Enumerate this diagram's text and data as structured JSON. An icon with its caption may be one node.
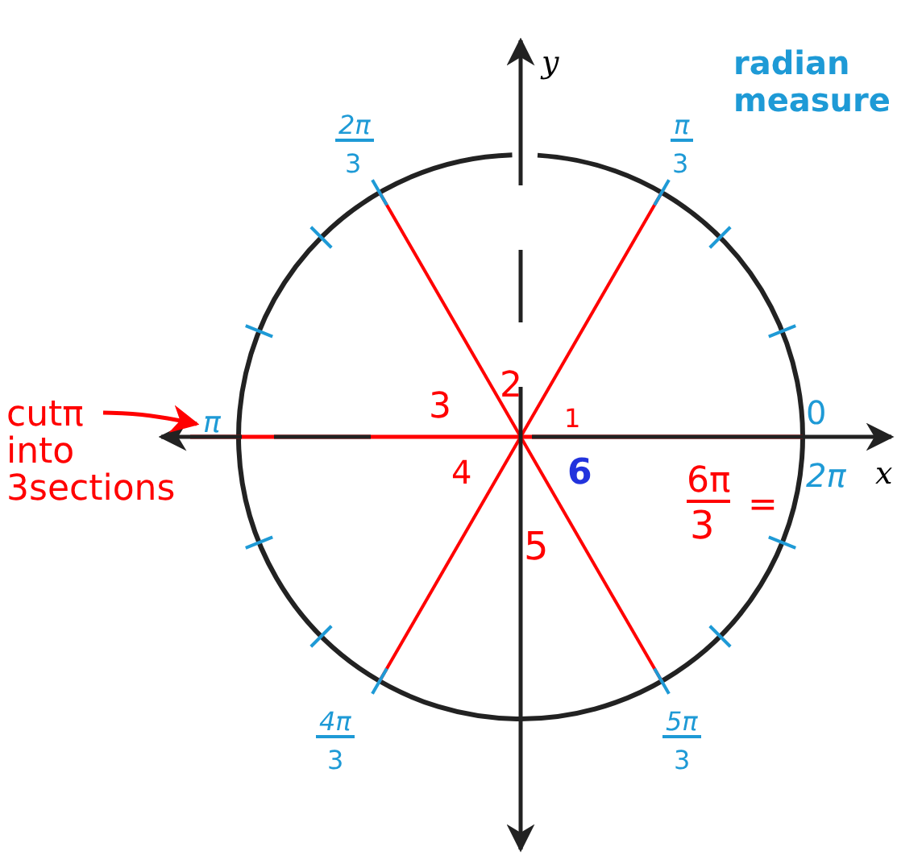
{
  "diagram": {
    "nodes": [
      {
        "text": [
          "cutπ into 3sections"
        ]
      },
      {
        "text": [
          "π"
        ]
      }
    ],
    "edges": [
      {
        "from": 0,
        "to": 1,
        "arrow": "to",
        "color": "#ff0000"
      }
    ],
    "labels": [
      "radian measure",
      "y",
      "2π",
      "3",
      "π",
      "3",
      "3",
      "2",
      "1",
      "0",
      "4",
      "6",
      "6π",
      "3",
      "=",
      "2π",
      "x",
      "5",
      "4π",
      "3",
      "5π",
      "3"
    ]
  }
}
